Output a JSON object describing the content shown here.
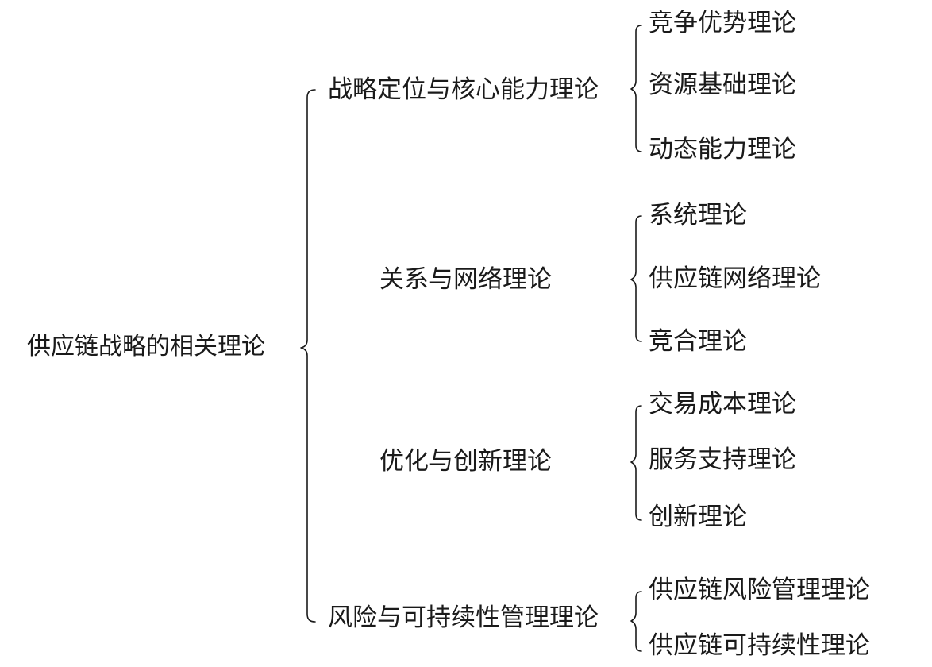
{
  "root": "供应链战略的相关理论",
  "categories": [
    {
      "label": "战略定位与核心能力理论",
      "items": [
        "竞争优势理论",
        "资源基础理论",
        "动态能力理论"
      ]
    },
    {
      "label": "关系与网络理论",
      "items": [
        "系统理论",
        "供应链网络理论",
        "竞合理论"
      ]
    },
    {
      "label": "优化与创新理论",
      "items": [
        "交易成本理论",
        "服务支持理论",
        "创新理论"
      ]
    },
    {
      "label": "风险与可持续性管理理论",
      "items": [
        "供应链风险管理理论",
        "供应链可持续性理论"
      ]
    }
  ]
}
